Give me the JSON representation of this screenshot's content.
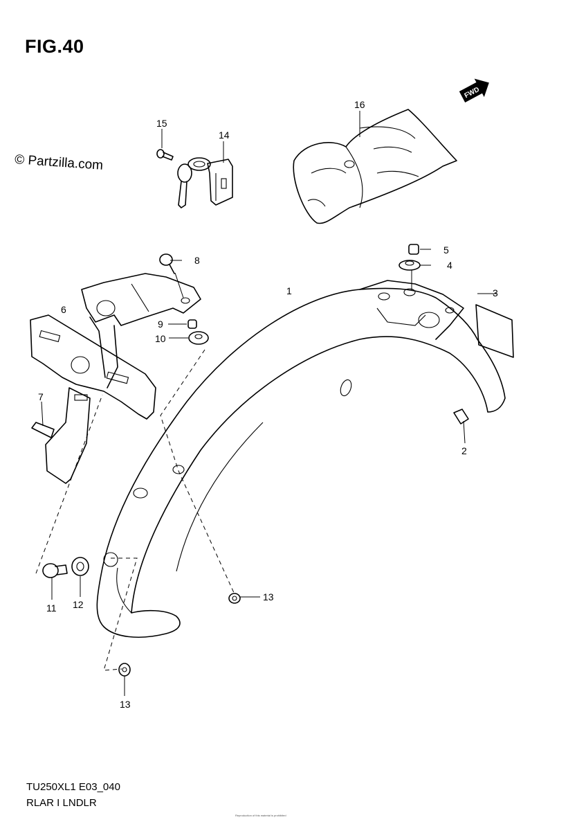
{
  "figure": {
    "title": "FIG.40",
    "watermark": "© Partzilla.com",
    "model_code": "TU250XL1 E03_040",
    "section_name": "RLAR I LNDLR",
    "copyright_fine_print": "Reproduction of this material is prohibited"
  },
  "direction_badge": "FWD",
  "callouts": [
    {
      "id": "c1",
      "label": "1"
    },
    {
      "id": "c2",
      "label": "2"
    },
    {
      "id": "c3",
      "label": "3"
    },
    {
      "id": "c4",
      "label": "4"
    },
    {
      "id": "c5",
      "label": "5"
    },
    {
      "id": "c6",
      "label": "6"
    },
    {
      "id": "c7",
      "label": "7"
    },
    {
      "id": "c8",
      "label": "8"
    },
    {
      "id": "c9",
      "label": "9"
    },
    {
      "id": "c10",
      "label": "10"
    },
    {
      "id": "c11",
      "label": "11"
    },
    {
      "id": "c12",
      "label": "12"
    },
    {
      "id": "c13a",
      "label": "13"
    },
    {
      "id": "c13b",
      "label": "13"
    },
    {
      "id": "c14",
      "label": "14"
    },
    {
      "id": "c15",
      "label": "15"
    },
    {
      "id": "c16",
      "label": "16"
    }
  ]
}
